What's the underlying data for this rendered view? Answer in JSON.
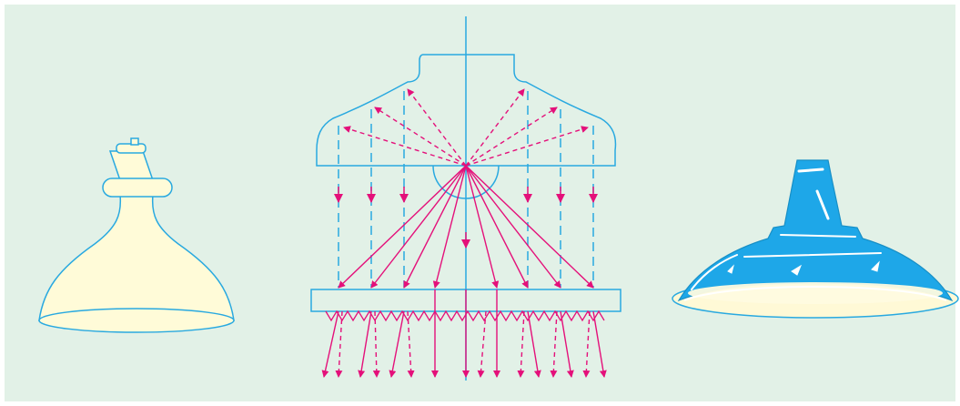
{
  "figure": {
    "items": [
      {
        "name": "glass-bulb-reflector-lamp",
        "fill": "#fffbd8",
        "outline": "#29a9e0"
      },
      {
        "name": "prismatic-reflector-refractor-diagram",
        "outline": "#29a9e0",
        "ray_color": "#e4107a"
      },
      {
        "name": "enamelled-metal-shade",
        "fill": "#1ea7e8",
        "highlight": "#ffffff",
        "inner_glow": "#fff9d6"
      }
    ],
    "background": "#e2f1e7"
  }
}
